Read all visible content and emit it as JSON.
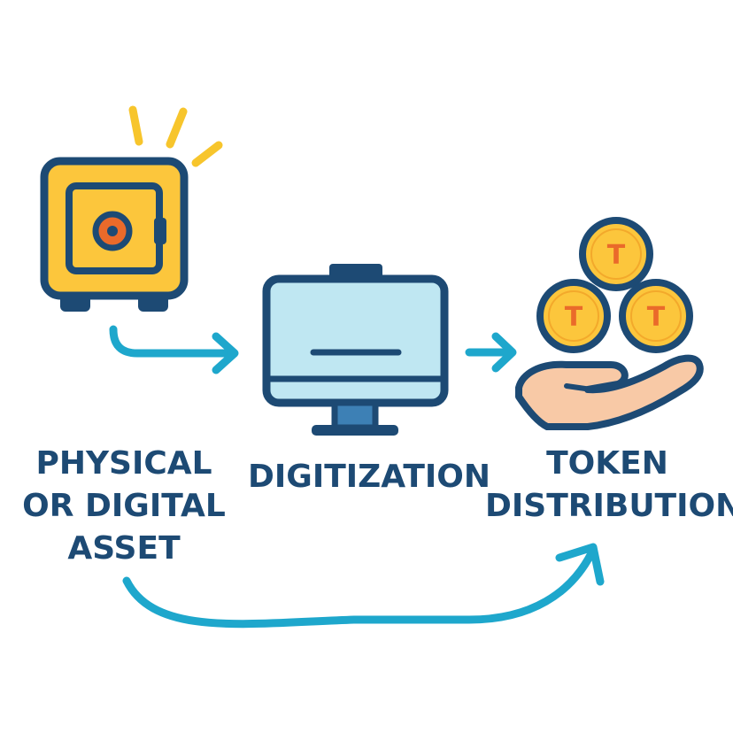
{
  "colors": {
    "navy": "#1d4a74",
    "cyan": "#1ea7cc",
    "gold": "#fcc63c",
    "orange": "#ea6a2a",
    "screen": "#bfe7f2",
    "skin": "#f8c9a6",
    "ray": "#f7c52c"
  },
  "icons": {
    "safe": "safe-icon",
    "computer": "monitor-icon",
    "hand": "hand-with-coins-icon",
    "coin": "coin-icon"
  },
  "steps": {
    "asset": {
      "label": "PHYSICAL\nOR DIGITAL\nASSET"
    },
    "digitization": {
      "label": "DIGITIZATION"
    },
    "distribution": {
      "label": "TOKEN\nDISTRIBUTION"
    }
  },
  "coins": {
    "letter": "T"
  }
}
